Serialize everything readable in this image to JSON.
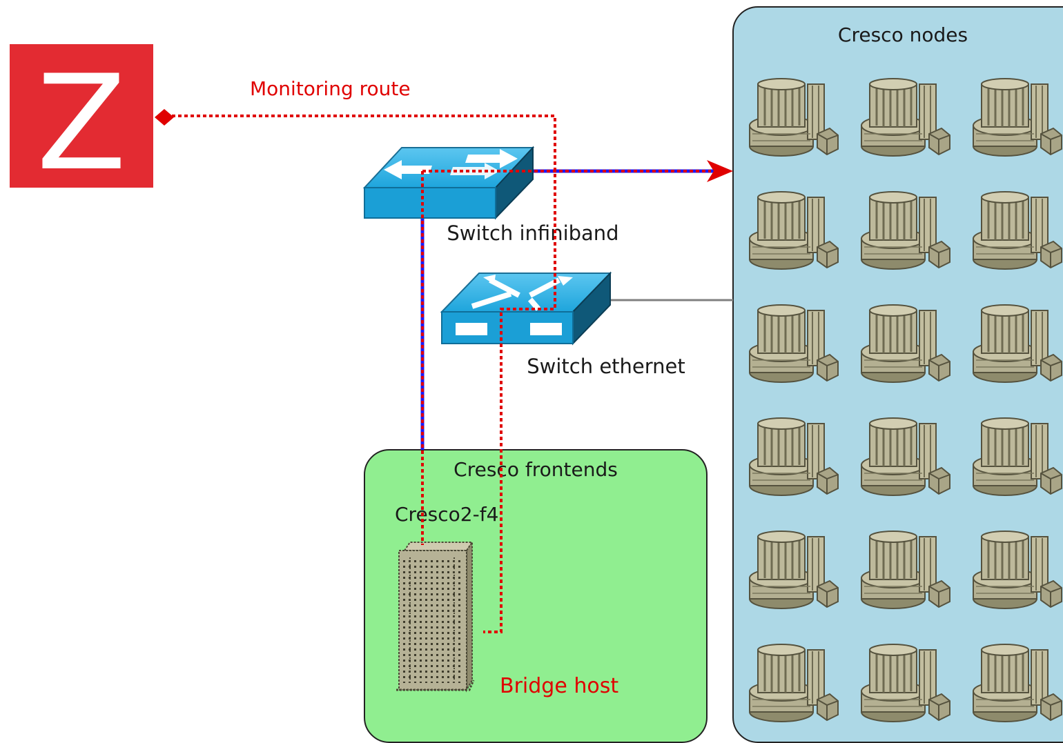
{
  "logo": {
    "letter": "Z",
    "color": "#e32b32"
  },
  "labels": {
    "monitoring_route": "Monitoring route",
    "switch_infiniband": "Switch infiniband",
    "switch_ethernet": "Switch ethernet",
    "bridge_host": "Bridge host"
  },
  "groups": {
    "frontends": {
      "title": "Cresco frontends",
      "host": "Cresco2-f4",
      "color": "#90ee90"
    },
    "nodes": {
      "title": "Cresco nodes",
      "color": "#add8e6",
      "rows": 6,
      "cols": 3
    }
  },
  "colors": {
    "route": "#e00000",
    "infiniband_link": "#1a1aff",
    "ethernet_link": "#808080",
    "switch": "#1b9fd6",
    "server": "#b6b296"
  },
  "icons": {
    "switch": "network-switch-icon",
    "server": "tower-server-icon",
    "node": "cluster-node-icon"
  }
}
